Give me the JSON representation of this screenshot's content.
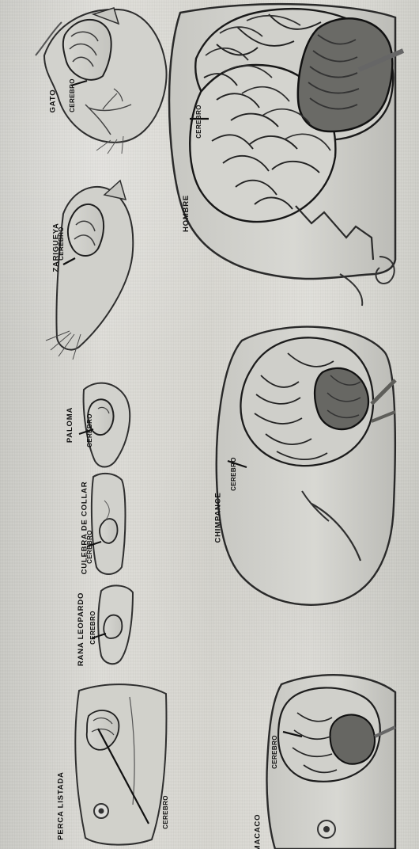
{
  "animals": {
    "gato": "GATO",
    "zarigueya": "ZARIGUEYA",
    "paloma": "PALOMA",
    "culebra": "CULEBRA DE COLLAR",
    "rana": "RANA LEOPARDO",
    "perca": "PERCA LISTADA",
    "hombre": "HOMBRE",
    "chimpance": "CHIMPANCE",
    "macaco": "MACACO"
  },
  "cerebro": "CEREBRO",
  "colors": {
    "ink": "#111111",
    "paper": "#d9d9d6",
    "shade": "#8a8a86"
  }
}
